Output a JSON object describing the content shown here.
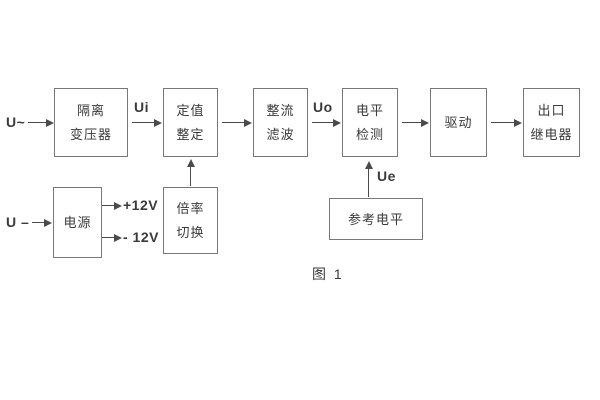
{
  "diagram": {
    "caption": "图 1",
    "inputs": {
      "ac_label": "U~",
      "dc_label": "U –"
    },
    "signals": {
      "ui": "Ui",
      "uo": "Uo",
      "ue": "Ue"
    },
    "power_rails": {
      "positive": "+12V",
      "negative": "- 12V"
    },
    "blocks": {
      "isolation_transformer": {
        "line1": "隔离",
        "line2": "变压器"
      },
      "value_setting": {
        "line1": "定值",
        "line2": "整定"
      },
      "rectifier_filter": {
        "line1": "整流",
        "line2": "滤波"
      },
      "level_detection": {
        "line1": "电平",
        "line2": "检测"
      },
      "drive": {
        "line1": "驱动"
      },
      "output_relay": {
        "line1": "出口",
        "line2": "继电器"
      },
      "power_supply": {
        "line1": "电源"
      },
      "ratio_switch": {
        "line1": "倍率",
        "line2": "切换"
      },
      "reference_level": {
        "line1": "参考电平"
      }
    },
    "colors": {
      "line": "#4a4a4a",
      "box_border": "#787878",
      "text": "#3a3a3a",
      "background": "#ffffff"
    }
  }
}
